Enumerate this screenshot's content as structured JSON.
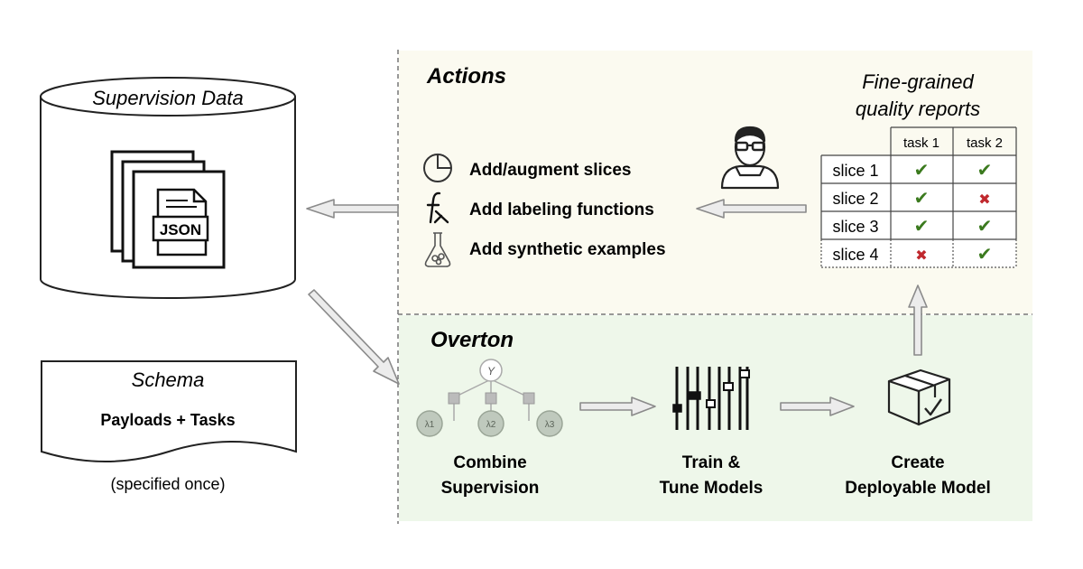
{
  "supervision_data": {
    "title": "Supervision Data",
    "file_label": "JSON"
  },
  "schema": {
    "title": "Schema",
    "content": "Payloads + Tasks",
    "note": "(specified once)"
  },
  "actions": {
    "title": "Actions",
    "items": [
      {
        "icon": "pie-chart-icon",
        "label": "Add/augment slices"
      },
      {
        "icon": "lambda-function-icon",
        "label": "Add labeling functions"
      },
      {
        "icon": "flask-icon",
        "label": "Add synthetic examples"
      }
    ]
  },
  "reports": {
    "title_line1": "Fine-grained",
    "title_line2": "quality reports",
    "columns": [
      "task 1",
      "task 2"
    ],
    "rows": [
      {
        "label": "slice 1",
        "cells": [
          "check",
          "check"
        ]
      },
      {
        "label": "slice 2",
        "cells": [
          "check",
          "cross"
        ]
      },
      {
        "label": "slice 3",
        "cells": [
          "check",
          "check"
        ]
      },
      {
        "label": "slice 4",
        "cells": [
          "cross",
          "check"
        ]
      }
    ],
    "check_glyph": "✔",
    "cross_glyph": "✖",
    "check_color": "#3b7a1e",
    "cross_color": "#c0282d"
  },
  "overton": {
    "title": "Overton",
    "graph": {
      "root": "Y",
      "leaves": [
        "λ1",
        "λ2",
        "λ3"
      ]
    },
    "steps": [
      {
        "line1": "Combine",
        "line2": "Supervision"
      },
      {
        "line1": "Train &",
        "line2": "Tune Models"
      },
      {
        "line1": "Create",
        "line2": "Deployable Model"
      }
    ]
  },
  "colors": {
    "actions_bg": "#fbfaf0",
    "overton_bg": "#eef7ea",
    "arrow_fill": "#ececec",
    "arrow_stroke": "#8a8a8a",
    "line": "#222222"
  }
}
